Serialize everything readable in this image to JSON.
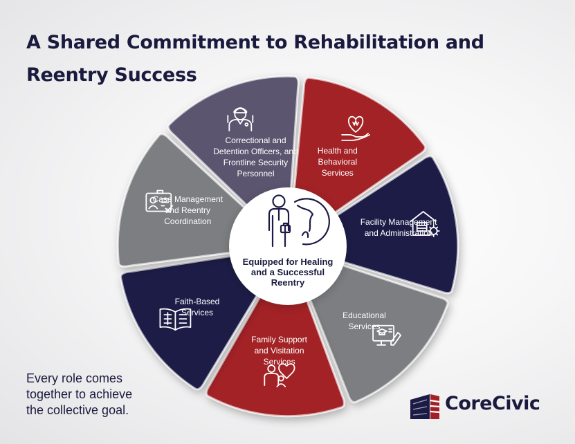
{
  "title": "A Shared Commitment to Rehabilitation and Reentry Success",
  "center": {
    "lines": [
      "Equipped for Healing",
      "and a Successful",
      "Reentry"
    ],
    "icon": "person-globe-icon"
  },
  "segments": [
    {
      "lines": [
        "Correctional and",
        "Detention Officers, and",
        "Frontline Security",
        "Personnel"
      ],
      "icon": "officer-icon",
      "color": "#5b5470"
    },
    {
      "lines": [
        "Health and",
        "Behavioral",
        "Services"
      ],
      "icon": "heart-hand-icon",
      "color": "#a32126"
    },
    {
      "lines": [
        "Facility Management",
        "and Administration"
      ],
      "icon": "building-gear-icon",
      "color": "#1c1b47"
    },
    {
      "lines": [
        "Educational",
        "Services"
      ],
      "icon": "computer-graduation-icon",
      "color": "#7d7e81"
    },
    {
      "lines": [
        "Family Support",
        "and Visitation",
        "Services"
      ],
      "icon": "family-heart-icon",
      "color": "#a32126"
    },
    {
      "lines": [
        "Faith-Based",
        "Services"
      ],
      "icon": "open-book-icon",
      "color": "#1c1b47"
    },
    {
      "lines": [
        "Case Management",
        "and Reentry",
        "Coordination"
      ],
      "icon": "id-card-check-icon",
      "color": "#7d7e81"
    }
  ],
  "tagline": [
    "Every role comes",
    "together to achieve",
    "the collective goal."
  ],
  "logo": {
    "text": "CoreCivic",
    "icon": "corecivic-flag-icon",
    "navy": "#1c1b47",
    "red": "#a32126"
  },
  "colors": {
    "title": "#1a1a3e",
    "center_fill": "#ffffff"
  }
}
